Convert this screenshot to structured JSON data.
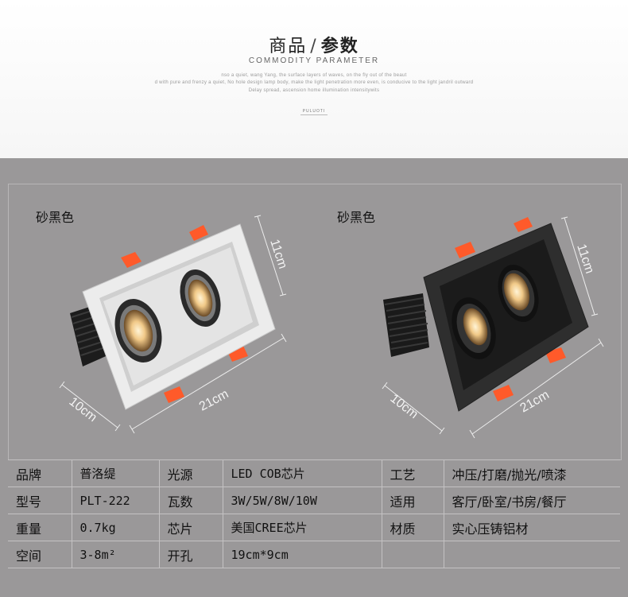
{
  "header": {
    "title_a": "商品",
    "title_sep": "/",
    "title_b": "参数",
    "subtitle": "COMMODITY PARAMETER",
    "desc_lines": [
      "nso a quiet, wang Yang, the surface layers of waves, on the fly out of the beaut",
      "d with pure and frenzy a quiet, No hole design lamp body, make the light penetration more even, is conducive to the light jandril outward",
      "Delay spread, ascension home illumination intensitywits"
    ],
    "tag": "PULUOTI"
  },
  "products": [
    {
      "label": "砂黑色",
      "color": "white",
      "dims": {
        "length": "21cm",
        "height": "11cm",
        "depth": "10cm"
      }
    },
    {
      "label": "砂黑色",
      "color": "black",
      "dims": {
        "length": "21cm",
        "height": "11cm",
        "depth": "10cm"
      }
    }
  ],
  "specs": [
    [
      "品牌",
      "普洛缇",
      "光源",
      "LED COB芯片",
      "工艺",
      "冲压/打磨/抛光/喷漆"
    ],
    [
      "型号",
      "PLT-222",
      "瓦数",
      "3W/5W/8W/10W",
      "适用",
      "客厅/卧室/书房/餐厅"
    ],
    [
      "重量",
      "0.7kg",
      "芯片",
      "美国CREE芯片",
      "材质",
      "实心压铸铝材"
    ],
    [
      "空间",
      "3-8m²",
      "开孔",
      "19cm*9cm",
      "",
      ""
    ]
  ],
  "colors": {
    "accent": "#ff5a2a",
    "panel_bg": "#9a9899"
  }
}
